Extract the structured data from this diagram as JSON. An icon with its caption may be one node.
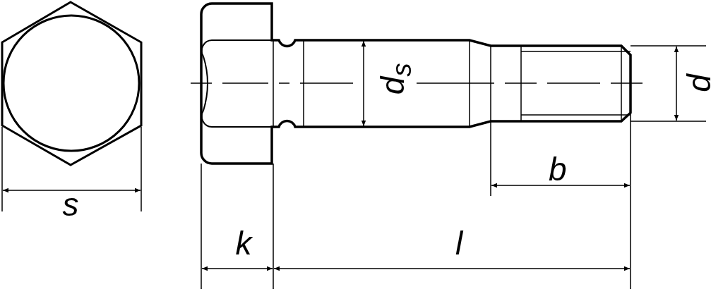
{
  "diagram": {
    "labels": [
      "d$_{s}$",
      "d",
      "b",
      "s",
      "k",
      "l"
    ]
  }
}
